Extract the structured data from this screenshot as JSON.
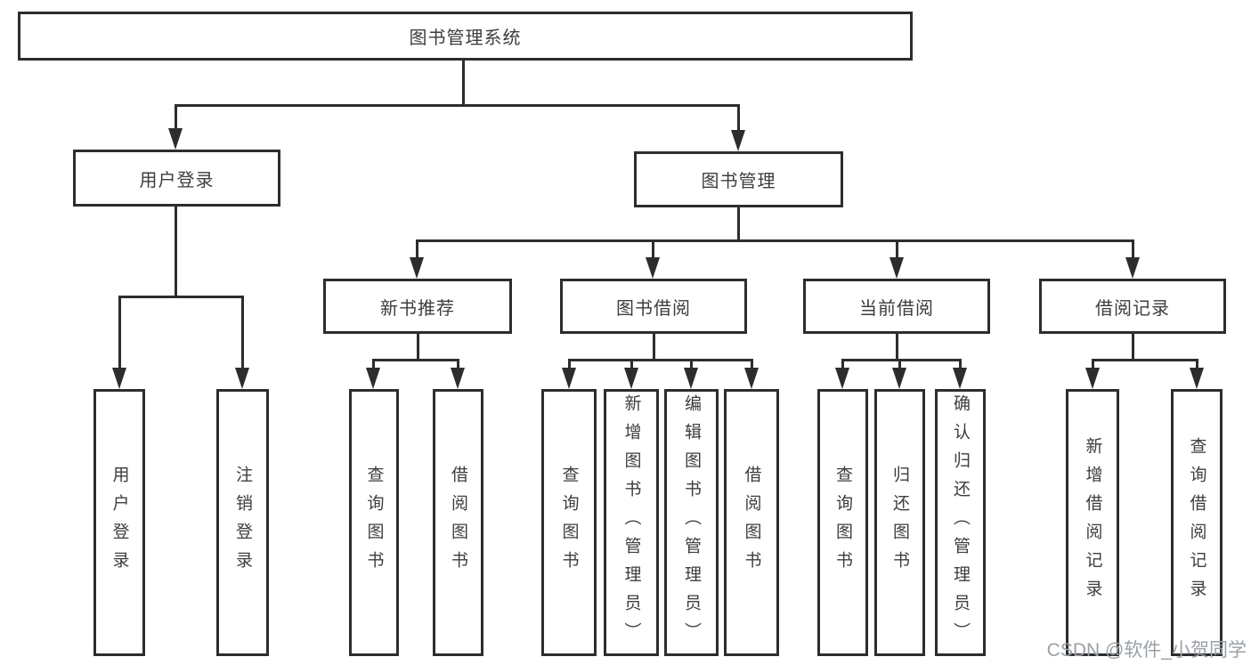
{
  "tree": {
    "root": {
      "label": "图书管理系统"
    },
    "user_branch": {
      "label": "用户登录",
      "children": [
        {
          "label": "用户登录"
        },
        {
          "label": "注销登录"
        }
      ]
    },
    "book_branch": {
      "label": "图书管理",
      "groups": [
        {
          "label": "新书推荐",
          "children": [
            {
              "label": "查询图书"
            },
            {
              "label": "借阅图书"
            }
          ]
        },
        {
          "label": "图书借阅",
          "children": [
            {
              "label": "查询图书"
            },
            {
              "label": "新增图书（管理员）"
            },
            {
              "label": "编辑图书（管理员）"
            },
            {
              "label": "借阅图书"
            }
          ]
        },
        {
          "label": "当前借阅",
          "children": [
            {
              "label": "查询图书"
            },
            {
              "label": "归还图书"
            },
            {
              "label": "确认归还（管理员）"
            }
          ]
        },
        {
          "label": "借阅记录",
          "children": [
            {
              "label": "新增借阅记录"
            },
            {
              "label": "查询借阅记录"
            }
          ]
        }
      ]
    }
  },
  "watermark": "CSDN @软件_小贺同学",
  "colors": {
    "line": "#2d2d2d",
    "text": "#3d3d3d",
    "watermark": "#9aa0a6",
    "background": "#ffffff"
  }
}
